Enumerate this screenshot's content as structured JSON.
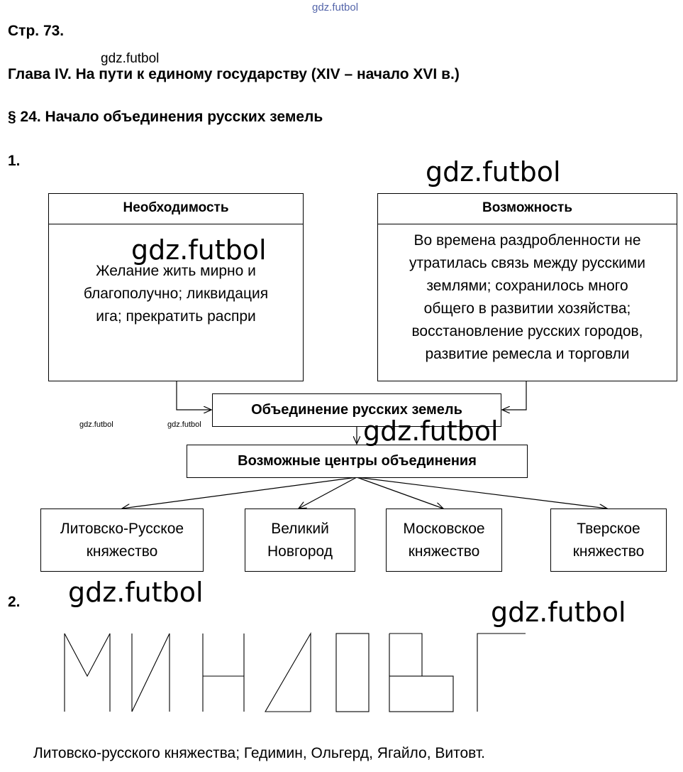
{
  "watermarks": {
    "top": "gdz.futbol",
    "near_title": "gdz.futbol",
    "big_1": "gdz.futbol",
    "big_2": "gdz.futbol",
    "big_3": "gdz.futbol",
    "big_4": "gdz.futbol",
    "big_5": "gdz.futbol",
    "tiny_1": "gdz.futbol",
    "tiny_2": "gdz.futbol"
  },
  "page": {
    "page_num": "Стр. 73.",
    "chapter": "Глава IV. На пути к единому государству (XIV – начало XVI в.)",
    "section": "§ 24. Начало объединения русских земель",
    "task1": "1.",
    "task2": "2."
  },
  "diagram": {
    "necessity": {
      "title": "Необходимость",
      "lines": [
        "Желание жить мирно и",
        "благополучно; ликвидация",
        "ига; прекратить распри"
      ]
    },
    "possibility": {
      "title": "Возможность",
      "lines": [
        "Во времена раздробленности не",
        "утратилась связь между русскими",
        "землями; сохранилось много",
        "общего в развитии хозяйства;",
        "восстановление русских городов,",
        "развитие ремесла и торговли"
      ]
    },
    "unification": "Объединение русских земель",
    "centers": "Возможные центры объединения",
    "leaves": [
      {
        "line1": "Литовско-Русское",
        "line2": "княжество"
      },
      {
        "line1": "Великий",
        "line2": "Новгород"
      },
      {
        "line1": "Московское",
        "line2": "княжество"
      },
      {
        "line1": "Тверское",
        "line2": "княжество"
      }
    ]
  },
  "puzzle": {
    "icon": "letter-construction-puzzle"
  },
  "answer2": "Литовско-русского княжества; Гедимин, Ольгерд, Ягайло, Витовт."
}
